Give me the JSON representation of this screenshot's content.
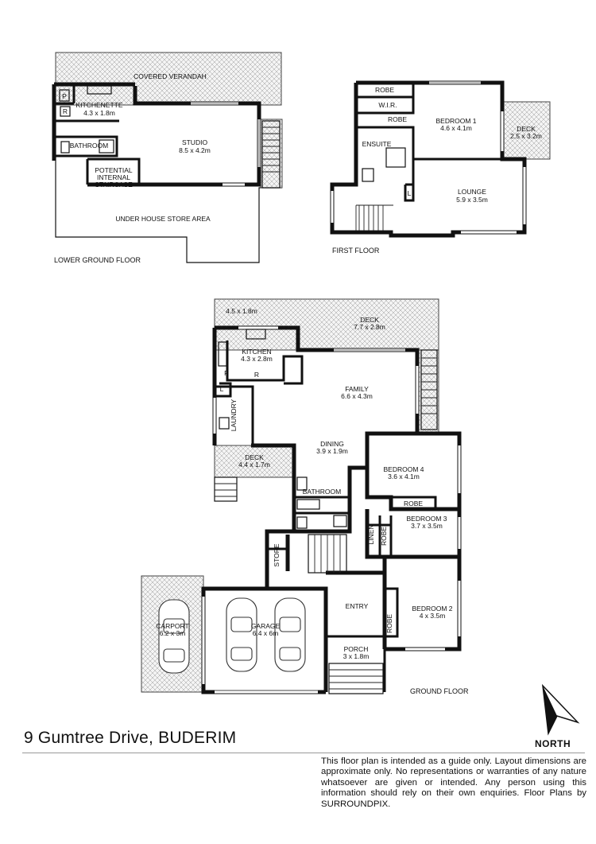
{
  "address": "9 Gumtree Drive, BUDERIM",
  "north_label": "NORTH",
  "disclaimer": "This floor plan is intended as a guide only. Layout dimensions are approximate only. No representations or warranties of any nature whatsoever are given or intended. Any person using this information should rely on their own enquiries. Floor Plans by  SURROUNDPIX.",
  "floors": {
    "lower_ground": {
      "label": "LOWER GROUND FLOOR",
      "rooms": {
        "covered_verandah": "COVERED VERANDAH",
        "kitchenette": "KITCHENETTE",
        "kitchenette_dim": "4.3 x 1.8m",
        "studio": "STUDIO",
        "studio_dim": "8.5 x 4.2m",
        "bathroom": "BATHROOM",
        "staircase_1": "POTENTIAL",
        "staircase_2": "INTERNAL",
        "staircase_3": "STAIRCASE",
        "store_area": "UNDER HOUSE STORE AREA",
        "pantry": "P",
        "fridge": "R"
      }
    },
    "first": {
      "label": "FIRST FLOOR",
      "rooms": {
        "robe_1": "ROBE",
        "wir": "W.I.R.",
        "robe_2": "ROBE",
        "ensuite": "ENSUITE",
        "bedroom1": "BEDROOM 1",
        "bedroom1_dim": "4.6 x 4.1m",
        "deck": "DECK",
        "deck_dim": "2.5 x 3.2m",
        "lounge": "LOUNGE",
        "lounge_dim": "5.9 x 3.5m",
        "linen": "L"
      }
    },
    "ground": {
      "label": "GROUND FLOOR",
      "rooms": {
        "deck_top_dim": "4.5 x 1.8m",
        "deck": "DECK",
        "deck_dim": "7.7 x 2.8m",
        "kitchen": "KITCHEN",
        "kitchen_dim": "4.3 x 2.8m",
        "pantry": "P",
        "fridge": "R",
        "linen": "L",
        "family": "FAMILY",
        "family_dim": "6.6 x 4.3m",
        "laundry": "LAUNDRY",
        "dining": "DINING",
        "dining_dim": "3.9 x 1.9m",
        "deck2": "DECK",
        "deck2_dim": "4.4 x 1.7m",
        "bedroom4": "BEDROOM 4",
        "bedroom4_dim": "3.6 x 4.1m",
        "robe_b4": "ROBE",
        "bathroom": "BATHROOM",
        "linen_closet": "LINEN",
        "robe_b3": "ROBE",
        "bedroom3": "BEDROOM 3",
        "bedroom3_dim": "3.7 x 3.5m",
        "store": "STORE",
        "carport": "CARPORT",
        "carport_dim": "6.2 x 3m",
        "garage": "GARAGE",
        "garage_dim": "6.4 x 6m",
        "entry": "ENTRY",
        "robe_b2": "ROBE",
        "bedroom2": "BEDROOM 2",
        "bedroom2_dim": "4 x 3.5m",
        "porch": "PORCH",
        "porch_dim": "3 x 1.8m"
      }
    }
  }
}
